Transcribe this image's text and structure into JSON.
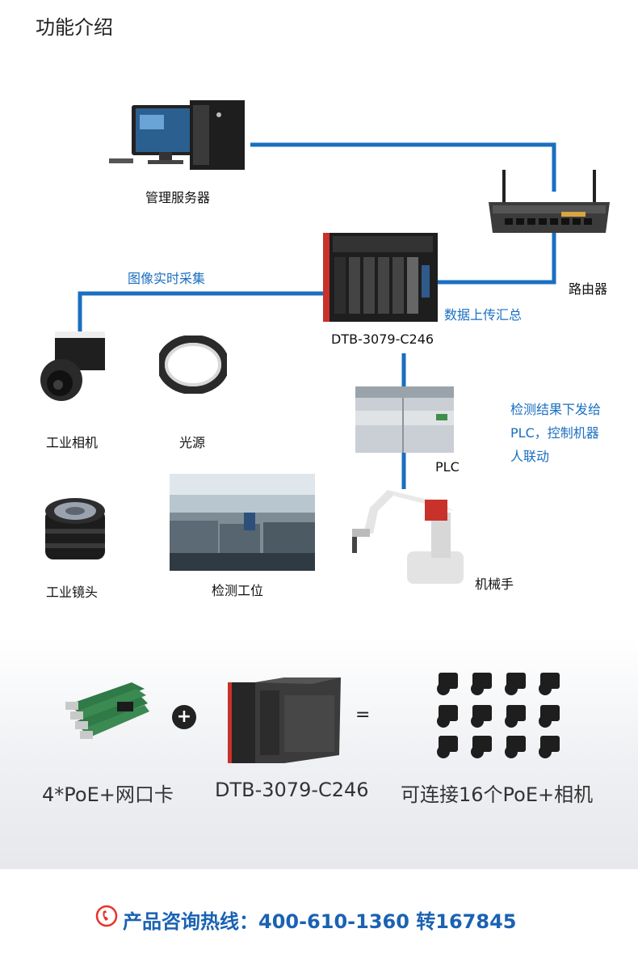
{
  "header": {
    "title": "功能介绍"
  },
  "nodes": {
    "server": "管理服务器",
    "router": "路由器",
    "ipc_main": "DTB-3079-C246",
    "camera": "工业相机",
    "light": "光源",
    "lens": "工业镜头",
    "station": "检测工位",
    "plc": "PLC",
    "robot": "机械手"
  },
  "edge_labels": {
    "capture": "图像实时采集",
    "upload": "数据上传汇总",
    "plc_note": "检测结果下发给\nPLC，控制机器\n人联动"
  },
  "equation": {
    "card": "4*PoE+网口卡",
    "computer": "DTB-3079-C246",
    "result": "可连接16个PoE+相机",
    "plus": "+",
    "equals": "="
  },
  "footer": {
    "hotline": "产品咨询热线：400-610-1360 转167845"
  },
  "colors": {
    "line": "#1a6fc0",
    "hotline": "#1a62b3",
    "accent_red": "#e8322b"
  }
}
